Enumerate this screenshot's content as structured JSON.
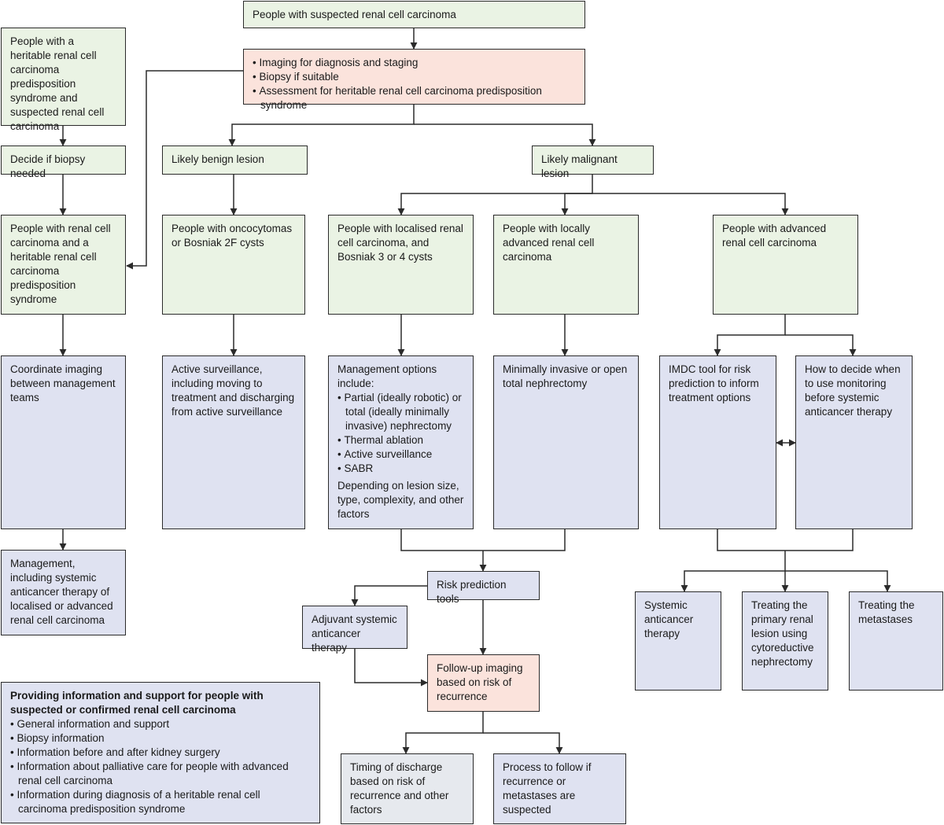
{
  "nodes": {
    "suspected": {
      "text": "People with suspected renal cell carcinoma"
    },
    "imaging": {
      "items": [
        "Imaging for diagnosis and staging",
        "Biopsy if suitable",
        "Assessment for heritable renal cell carcinoma predisposition syndrome"
      ]
    },
    "heritable_suspected": {
      "text": "People with a heritable renal cell carcinoma predisposition syndrome and suspected renal cell carcinoma"
    },
    "decide_biopsy": {
      "text": "Decide if biopsy needed"
    },
    "likely_benign": {
      "text": "Likely benign lesion"
    },
    "likely_malignant": {
      "text": "Likely malignant lesion"
    },
    "heritable_rcc": {
      "text": "People with renal cell carcinoma and a heritable renal cell carcinoma predisposition syndrome"
    },
    "oncocytomas": {
      "text": "People with oncocytomas or Bosniak 2F cysts"
    },
    "localised": {
      "text": "People with localised renal cell carcinoma, and Bosniak 3 or 4 cysts"
    },
    "locally_advanced": {
      "text": "People with locally advanced renal cell carcinoma"
    },
    "advanced": {
      "text": "People with advanced renal cell carcinoma"
    },
    "coordinate": {
      "text": "Coordinate imaging between management teams"
    },
    "active_surveillance": {
      "text": "Active surveillance, including moving to treatment and discharging from active surveillance"
    },
    "management_options": {
      "intro": "Management options include:",
      "items": [
        "Partial (ideally robotic) or total (ideally minimally invasive) nephrectomy",
        "Thermal ablation",
        "Active surveillance",
        "SABR"
      ],
      "outro": "Depending on lesion size, type, complexity, and other factors"
    },
    "nephrectomy": {
      "text": "Minimally invasive or open total nephrectomy"
    },
    "imdc": {
      "text": "IMDC tool for risk prediction to inform treatment options"
    },
    "monitoring": {
      "text": "How to decide when to use monitoring before systemic anticancer therapy"
    },
    "management_systemic": {
      "text": "Management, including systemic anticancer therapy of localised or advanced renal cell carcinoma"
    },
    "risk_tools": {
      "text": "Risk prediction tools"
    },
    "adjuvant": {
      "text": "Adjuvant systemic anticancer therapy"
    },
    "followup": {
      "text": "Follow-up imaging based on risk of recurrence"
    },
    "systemic_therapy": {
      "text": "Systemic anticancer therapy"
    },
    "primary_lesion": {
      "text": "Treating the primary renal lesion using cytoreductive nephrectomy"
    },
    "metastases": {
      "text": "Treating the metastases"
    },
    "info_support": {
      "title": "Providing information and support for people with suspected or confirmed renal cell carcinoma",
      "items": [
        "General information and support",
        "Biopsy information",
        "Information before and after kidney surgery",
        "Information about palliative care for people with advanced renal cell carcinoma",
        "Information during diagnosis of a heritable renal cell carcinoma predisposition syndrome"
      ]
    },
    "discharge": {
      "text": "Timing of discharge based on risk of recurrence and other factors"
    },
    "process": {
      "text": "Process to follow if recurrence or metastases are suspected"
    }
  },
  "colors": {
    "green": "#eaf3e4",
    "pink": "#fbe3dc",
    "blue": "#dfe2f1",
    "grey": "#e6e9ee",
    "line": "#2b2b2b"
  }
}
